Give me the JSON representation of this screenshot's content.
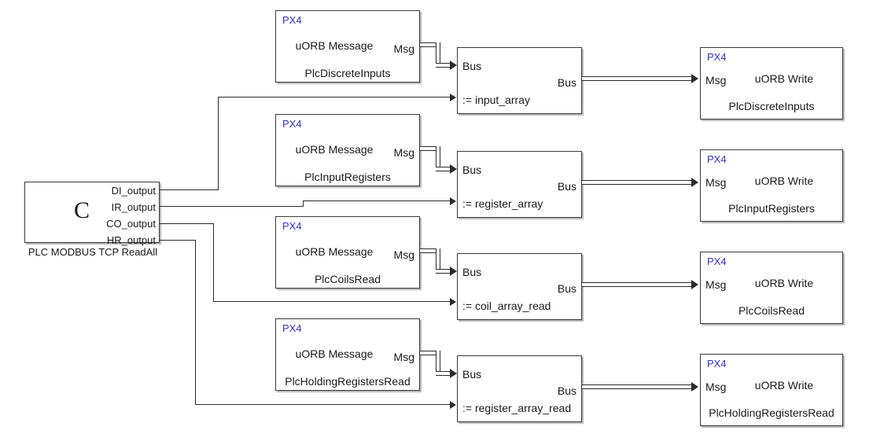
{
  "diagram": {
    "title": "PLC MODBUS TCP ReadAll",
    "vendor_tag": "PX4",
    "accent_color": "#3333cc",
    "line_color": "#2b2b2b",
    "background": "#ffffff"
  },
  "source_block": {
    "name": "PLC MODBUS TCP ReadAll",
    "glyph": "C",
    "caption": "PLC MODBUS TCP ReadAll",
    "outputs": [
      {
        "label": "DI_output"
      },
      {
        "label": "IR_output"
      },
      {
        "label": "CO_output"
      },
      {
        "label": "HR_output"
      }
    ]
  },
  "rows": [
    {
      "message_block": {
        "tag": "PX4",
        "title": "uORB Message",
        "topic": "PlcDiscreteInputs",
        "out_port": "Msg"
      },
      "bus_block": {
        "in_port_1": "Bus",
        "in_port_2": ":= input_array",
        "out_port": "Bus"
      },
      "write_block": {
        "tag": "PX4",
        "title": "uORB Write",
        "topic": "PlcDiscreteInputs",
        "in_port": "Msg"
      }
    },
    {
      "message_block": {
        "tag": "PX4",
        "title": "uORB Message",
        "topic": "PlcInputRegisters",
        "out_port": "Msg"
      },
      "bus_block": {
        "in_port_1": "Bus",
        "in_port_2": ":= register_array",
        "out_port": "Bus"
      },
      "write_block": {
        "tag": "PX4",
        "title": "uORB Write",
        "topic": "PlcInputRegisters",
        "in_port": "Msg"
      }
    },
    {
      "message_block": {
        "tag": "PX4",
        "title": "uORB Message",
        "topic": "PlcCoilsRead",
        "out_port": "Msg"
      },
      "bus_block": {
        "in_port_1": "Bus",
        "in_port_2": ":= coil_array_read",
        "out_port": "Bus"
      },
      "write_block": {
        "tag": "PX4",
        "title": "uORB Write",
        "topic": "PlcCoilsRead",
        "in_port": "Msg"
      }
    },
    {
      "message_block": {
        "tag": "PX4",
        "title": "uORB Message",
        "topic": "PlcHoldingRegistersRead",
        "out_port": "Msg"
      },
      "bus_block": {
        "in_port_1": "Bus",
        "in_port_2": ":= register_array_read",
        "out_port": "Bus"
      },
      "write_block": {
        "tag": "PX4",
        "title": "uORB Write",
        "topic": "PlcHoldingRegistersRead",
        "in_port": "Msg"
      }
    }
  ]
}
